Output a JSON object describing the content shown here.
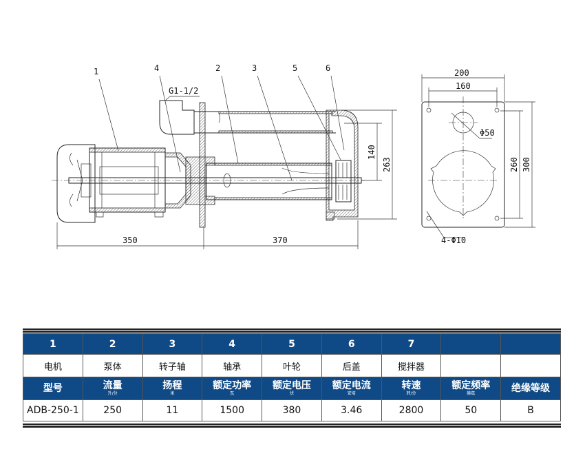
{
  "drawing": {
    "side_view_labels": [
      "1",
      "4",
      "2",
      "3",
      "5",
      "6"
    ],
    "outlet_thread": "G1-1/2",
    "dim_motor_length": "350",
    "dim_pump_length": "370",
    "dim_140": "140",
    "dim_263": "263",
    "plate_width": "200",
    "hole_spacing_x": "160",
    "hole_spacing_y": "260",
    "plate_height": "300",
    "outlet_hole": "Φ50",
    "mount_holes": "4-Φ10"
  },
  "table": {
    "part_numbers": [
      "1",
      "2",
      "3",
      "4",
      "5",
      "6",
      "7",
      "",
      ""
    ],
    "part_names": [
      "电机",
      "泵体",
      "转子轴",
      "轴承",
      "叶轮",
      "后盖",
      "搅拌器",
      "",
      ""
    ],
    "spec_headers": [
      {
        "label": "型号",
        "unit": ""
      },
      {
        "label": "流量",
        "unit": "升/分"
      },
      {
        "label": "扬程",
        "unit": "米"
      },
      {
        "label": "额定功率",
        "unit": "瓦"
      },
      {
        "label": "额定电压",
        "unit": "伏"
      },
      {
        "label": "额定电流",
        "unit": "安培"
      },
      {
        "label": "转速",
        "unit": "转/分"
      },
      {
        "label": "额定频率",
        "unit": "赫兹"
      },
      {
        "label": "绝缘等级",
        "unit": ""
      }
    ],
    "spec_values": [
      "ADB-250-1",
      "250",
      "11",
      "1500",
      "380",
      "3.46",
      "2800",
      "50",
      "B"
    ]
  },
  "colors": {
    "header_bg": "#0f4a87",
    "header_text": "#ffffff"
  }
}
